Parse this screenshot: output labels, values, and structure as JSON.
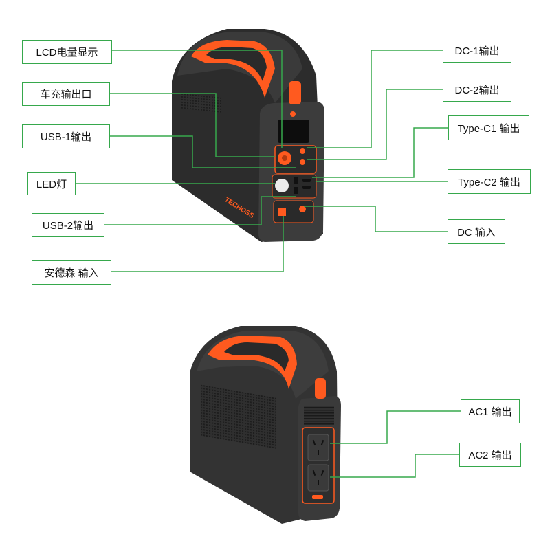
{
  "brand": "TECHOSS",
  "colors": {
    "callout_line": "#36a84c",
    "body": "#333333",
    "accent": "#ff5a1f"
  },
  "front_view": {
    "labels": {
      "lcd": "LCD电量显示",
      "car_charger": "车充输出口",
      "usb1": "USB-1输出",
      "led": "LED灯",
      "usb2": "USB-2输出",
      "anderson": "安德森 输入",
      "dc1": "DC-1输出",
      "dc2": "DC-2输出",
      "typec1": "Type-C1 输出",
      "typec2": "Type-C2 输出",
      "dc_in": "DC 输入"
    }
  },
  "back_view": {
    "labels": {
      "ac1": "AC1 输出",
      "ac2": "AC2 输出"
    }
  }
}
